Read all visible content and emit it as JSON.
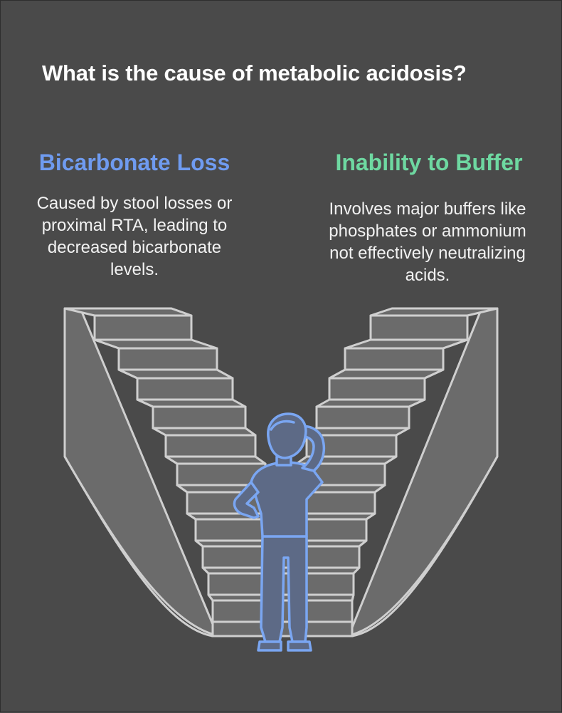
{
  "title": "What is the cause of metabolic acidosis?",
  "left": {
    "heading": "Bicarbonate Loss",
    "description": "Caused by stool losses or proximal RTA, leading to decreased bicarbonate levels.",
    "color": "#6f9bf0"
  },
  "right": {
    "heading": "Inability to Buffer",
    "description": "Involves major buffers like phosphates or ammonium not effectively neutralizing acids.",
    "color": "#6ed8a1"
  },
  "colors": {
    "background": "#4a4a4a",
    "stair_fill": "#6b6b6b",
    "stair_line": "#cfcfcf",
    "person_fill": "#5d6a86",
    "person_line": "#7aa6f2"
  },
  "icons": {
    "figure": "person-scratching-head-icon",
    "staircase": "staircase-icon"
  }
}
